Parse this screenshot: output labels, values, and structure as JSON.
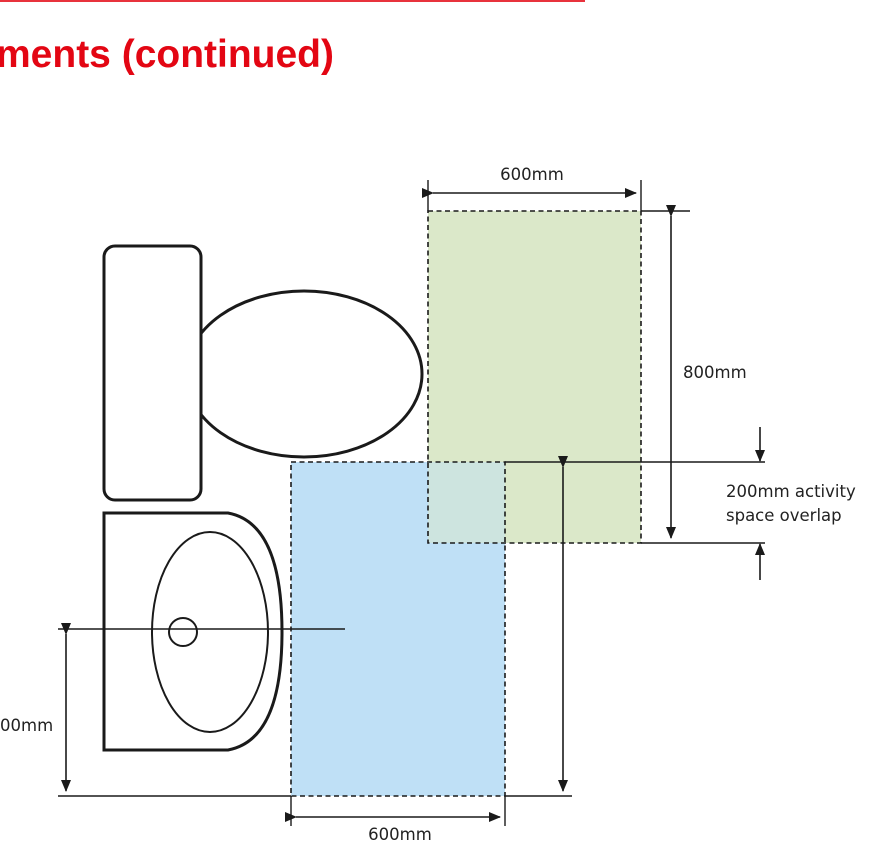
{
  "header": {
    "title": "ments (continued)",
    "title_color": "#e30613",
    "rule_color": "#e8323c"
  },
  "diagram": {
    "colors": {
      "wc_zone_fill": "#dbe8c9",
      "basin_zone_fill": "#bfe0f6",
      "overlap_fill": "#cde4df",
      "outline": "#1a1a1a"
    },
    "labels": {
      "top_width": "600mm",
      "wc_depth": "800mm",
      "overlap_line1": "200mm activity",
      "overlap_line2": "space overlap",
      "bottom_width": "600mm",
      "basin_height": "00mm"
    }
  }
}
